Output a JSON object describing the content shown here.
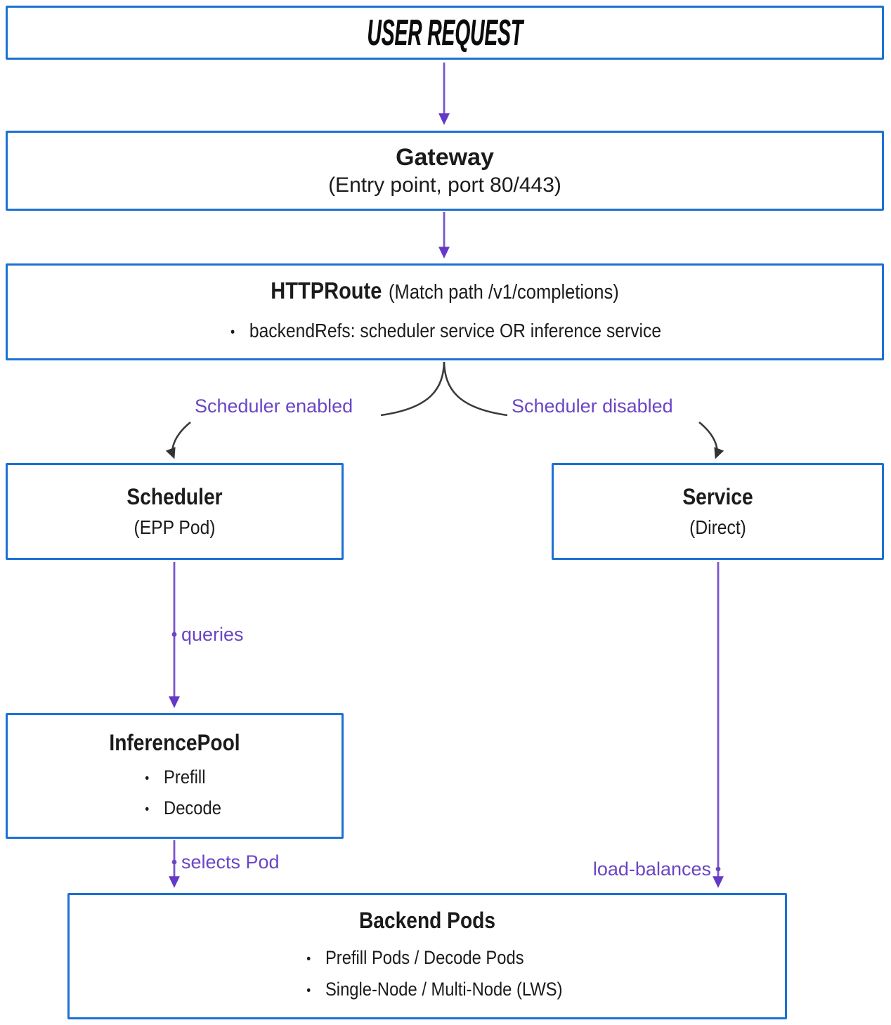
{
  "diagram": {
    "nodes": {
      "user_request": {
        "title": "USER REQUEST"
      },
      "gateway": {
        "title": "Gateway",
        "subtitle": "(Entry point, port 80/443)"
      },
      "httproute": {
        "title": "HTTPRoute",
        "title_suffix": "(Match path /v1/completions)",
        "bullets": [
          "backendRefs: scheduler service OR inference service"
        ]
      },
      "scheduler": {
        "title": "Scheduler",
        "subtitle": "(EPP Pod)"
      },
      "service": {
        "title": "Service",
        "subtitle": "(Direct)"
      },
      "inference_pool": {
        "title": "InferencePool",
        "bullets": [
          "Prefill",
          "Decode"
        ]
      },
      "backend_pods": {
        "title": "Backend Pods",
        "bullets": [
          "Prefill Pods / Decode Pods",
          "Single-Node / Multi-Node (LWS)"
        ]
      }
    },
    "edge_labels": {
      "scheduler_enabled": "Scheduler enabled",
      "scheduler_disabled": "Scheduler disabled",
      "queries": "queries",
      "selects_pod": "selects Pod",
      "load_balances": "load-balances"
    },
    "colors": {
      "box_border": "#1c71d2",
      "arrow_purple": "#7a55cc",
      "arrowhead_purple": "#6539c6",
      "label_purple": "#6a45c4",
      "arrow_dark": "#3a3a3a",
      "text": "#1b1b1b",
      "background": "#ffffff"
    }
  }
}
